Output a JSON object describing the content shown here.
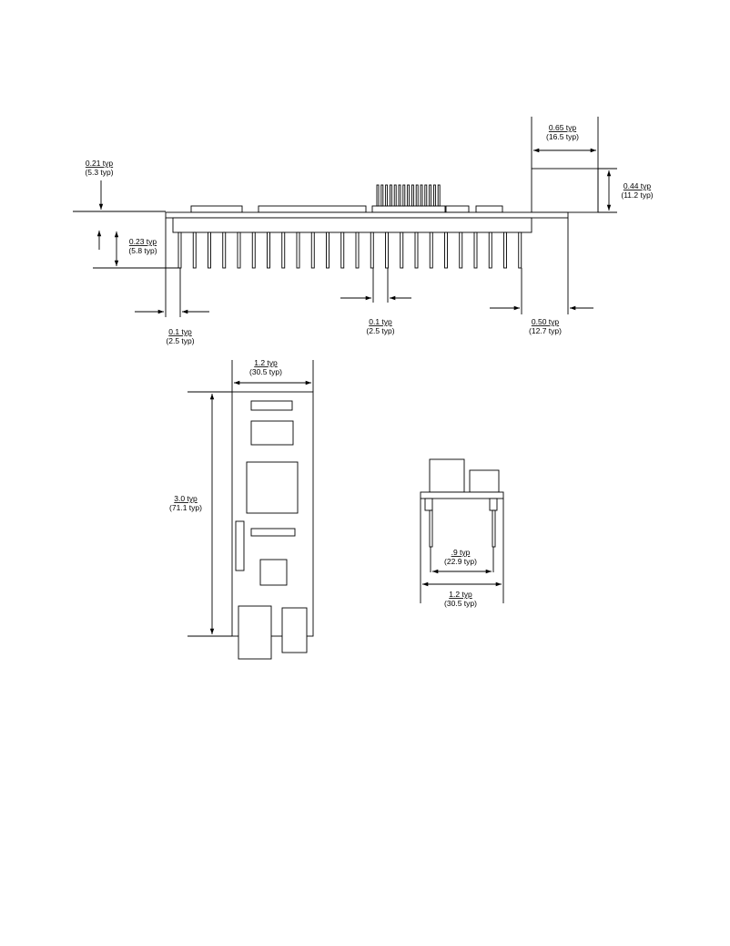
{
  "side_view": {
    "height_above_board": {
      "value": "0.21 typ",
      "metric": "(5.3 typ)"
    },
    "pin_length": {
      "value": "0.23 typ",
      "metric": "(5.8 typ)"
    },
    "connector_width": {
      "value": "0.65 typ",
      "metric": "(16.5 typ)"
    },
    "connector_height": {
      "value": "0.44 typ",
      "metric": "(11.2 typ)"
    },
    "edge_to_first_pin": {
      "value": "0.1 typ",
      "metric": "(2.5 typ)"
    },
    "pin_pitch": {
      "value": "0.1 typ",
      "metric": "(2.5 typ)"
    },
    "overhang": {
      "value": "0.50 typ",
      "metric": "(12.7 typ)"
    }
  },
  "top_view": {
    "width": {
      "value": "1.2 typ",
      "metric": "(30.5 typ)"
    },
    "length": {
      "value": "3.0 typ",
      "metric": "(71.1 typ)"
    }
  },
  "end_view": {
    "pin_row_spacing": {
      "value": ".9 typ",
      "metric": "(22.9 typ)"
    },
    "width": {
      "value": "1.2 typ",
      "metric": "(30.5 typ)"
    }
  }
}
